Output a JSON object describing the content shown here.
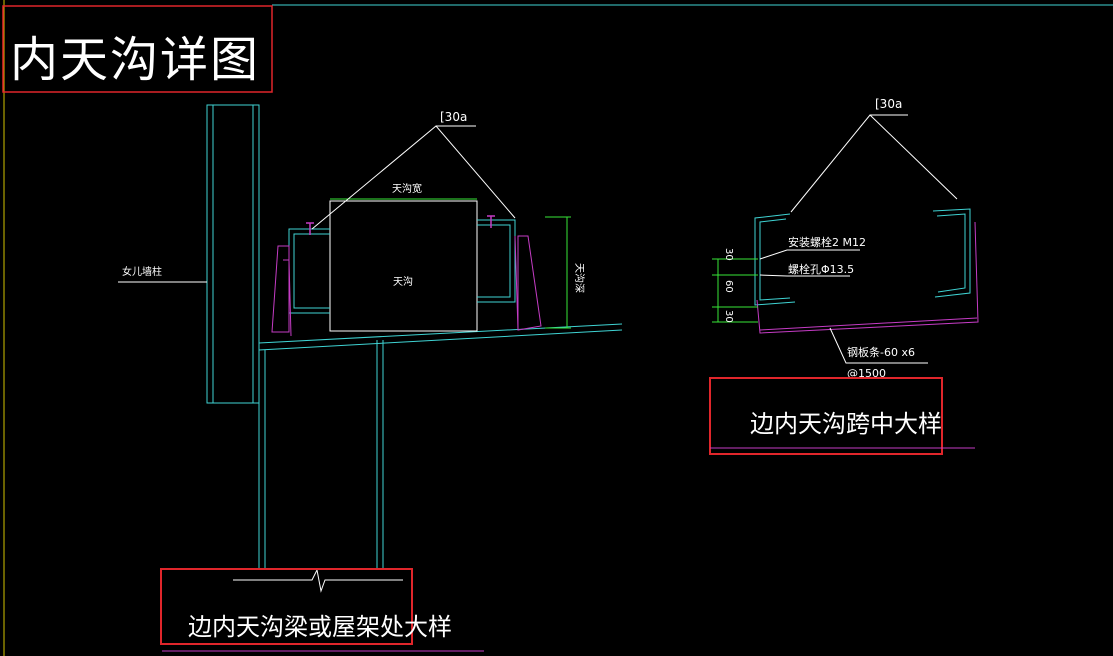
{
  "drawing": {
    "title": "内天沟详图"
  },
  "left_detail": {
    "caption": "边内天沟梁或屋架处大样",
    "steel_label": "[30a",
    "gutter_width_label": "天沟宽",
    "gutter_label": "天沟",
    "gutter_depth_label": "天沟深",
    "parapet_column_label": "女儿墙柱"
  },
  "right_detail": {
    "caption": "边内天沟跨中大样",
    "steel_label": "[30a",
    "bolt_label": "安装螺栓2 M12",
    "hole_label": "螺栓孔Φ13.5",
    "plate_label": "钢板条-60 x6",
    "spacing_label": "@1500",
    "dim_top": "30",
    "dim_mid": "60",
    "dim_bottom": "30"
  },
  "colors": {
    "background": "#000000",
    "line_white": "#ffffff",
    "cyan": "#3fd3d3",
    "magenta": "#c53cc5",
    "green": "#37e637",
    "red_box": "#e0262b",
    "yellow_edge": "#d4c300"
  }
}
